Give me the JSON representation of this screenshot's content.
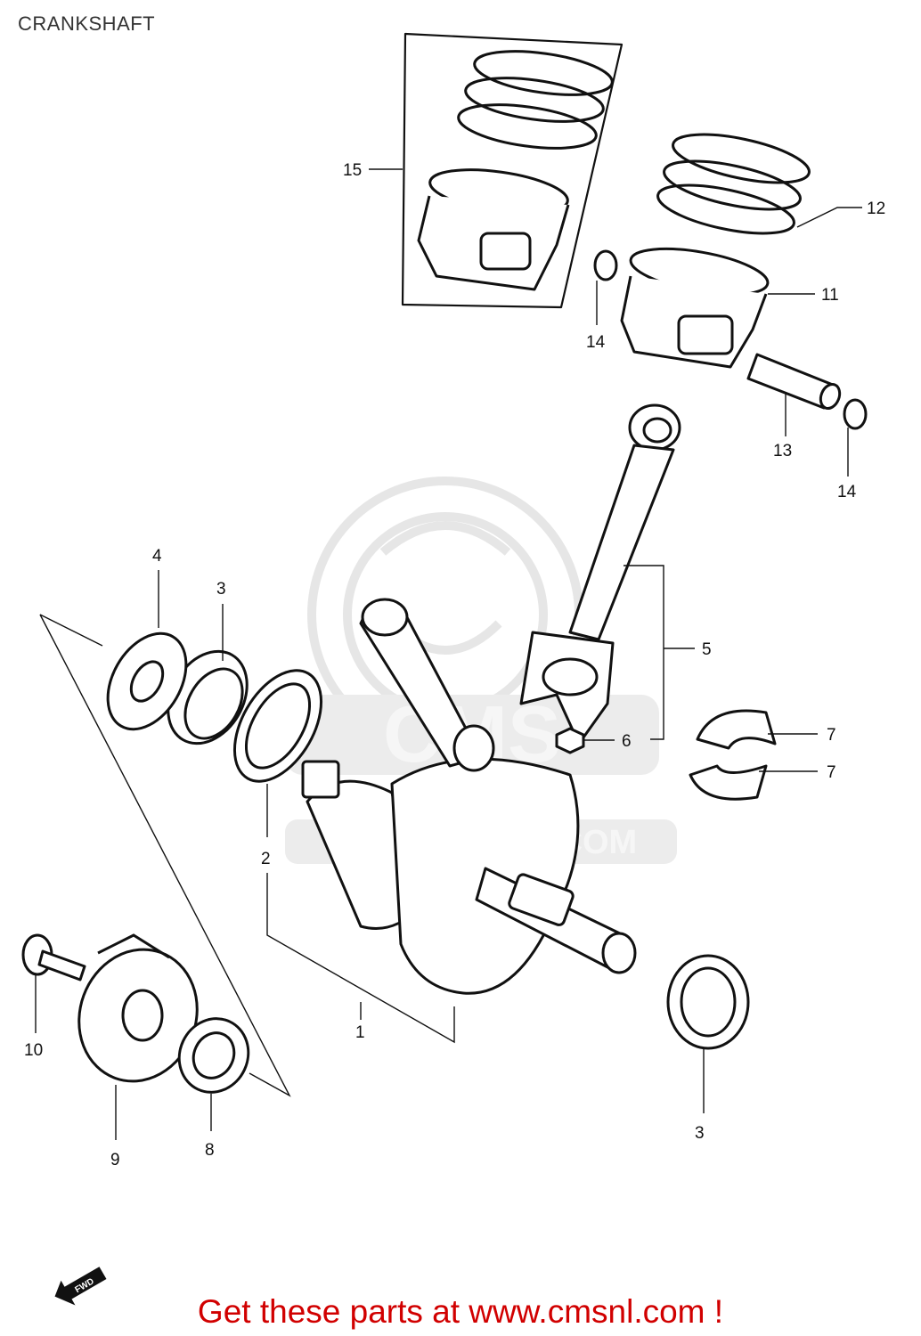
{
  "title": "CRANKSHAFT",
  "promo": "Get these parts at www.cmsnl.com !",
  "watermark": {
    "logo_text": "CMS",
    "url_text": "WWW.CMSNL.COM"
  },
  "callouts": {
    "c1": "1",
    "c2": "2",
    "c3a": "3",
    "c3b": "3",
    "c4": "4",
    "c5": "5",
    "c6": "6",
    "c7a": "7",
    "c7b": "7",
    "c8": "8",
    "c9": "9",
    "c10": "10",
    "c11": "11",
    "c12": "12",
    "c13": "13",
    "c14a": "14",
    "c14b": "14",
    "c15": "15"
  },
  "fwd_label": "FWD",
  "colors": {
    "promo": "#d10000",
    "lines": "#111111",
    "watermark": "#e6e6e6"
  }
}
